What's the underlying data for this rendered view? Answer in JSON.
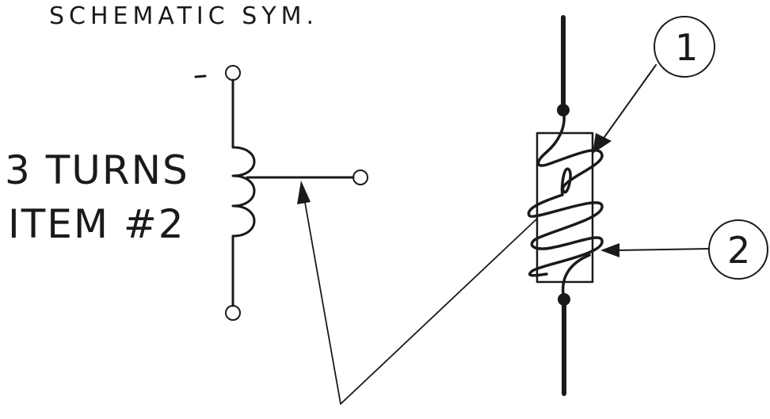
{
  "title": "SCHEMATIC SYM.",
  "coil_label": {
    "line1": "3 TURNS",
    "line2": "ITEM #2"
  },
  "callouts": [
    {
      "number": "1"
    },
    {
      "number": "2"
    }
  ],
  "colors": {
    "ink": "#1a1a1a",
    "paper": "#ffffff"
  }
}
